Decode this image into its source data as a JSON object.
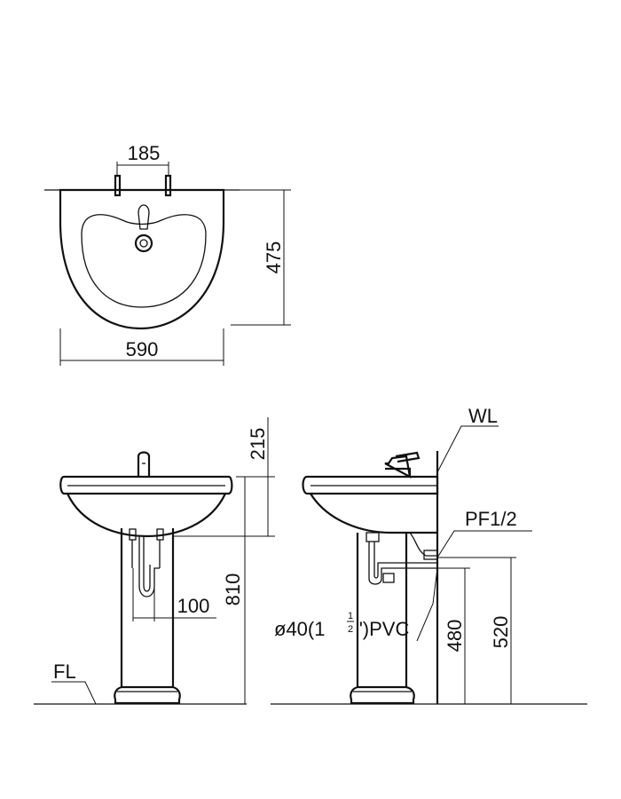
{
  "top_view": {
    "dim_faucet_spacing": "185",
    "dim_depth": "475",
    "dim_width": "590"
  },
  "front_view": {
    "dim_top_height": "215",
    "dim_total_height": "810",
    "dim_trap_offset": "100",
    "floor_label": "FL"
  },
  "side_view": {
    "wall_label": "WL",
    "supply_label": "PF1/2",
    "drain_label_prefix": "ø40(1",
    "drain_frac_num": "1",
    "drain_frac_den": "2",
    "drain_label_suffix": "\")PVC",
    "dim_drain_height": "480",
    "dim_supply_height": "520"
  }
}
